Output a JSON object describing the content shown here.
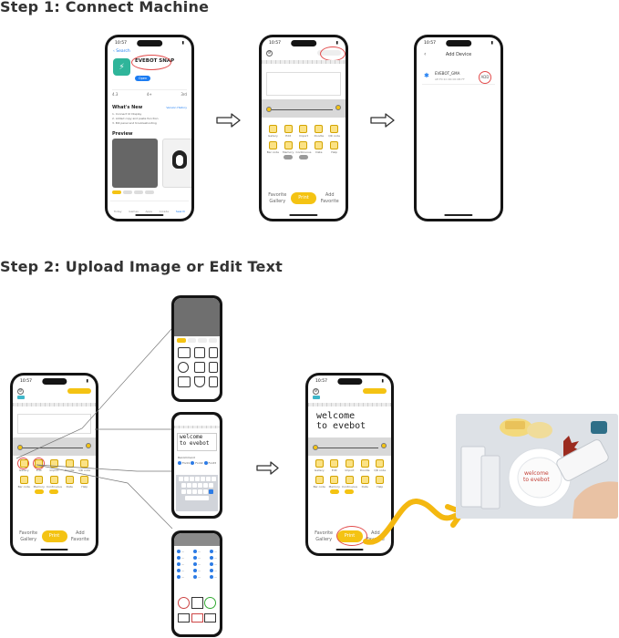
{
  "step1": {
    "heading": "Step 1: Connect Machine"
  },
  "step2": {
    "heading": "Step 2: Upload Image or Edit Text"
  },
  "status_time": "10:57",
  "appstore": {
    "back_label": "Search",
    "app_name": "EVEBOT SNAP",
    "open_label": "Open",
    "stats": [
      "4.3",
      "4+",
      "3rd"
    ],
    "whats_new": "What's New",
    "version_history": "Version History",
    "notes": [
      "1. Connect UI Display",
      "2. Added copy and paste function",
      "3. Bill panel and troubleshooting"
    ],
    "preview_label": "Preview",
    "tabs": [
      "Today",
      "Games",
      "Apps",
      "Arcade",
      "Search"
    ]
  },
  "evebot": {
    "tools_row1": [
      "Gallery",
      "Edit",
      "Import",
      "Doodle",
      "QR code"
    ],
    "tools_row2": [
      "Bar code",
      "Memory",
      "Continuous",
      "Date",
      "Help"
    ],
    "favorite_gallery": "Favorite Gallery",
    "print_label": "Print",
    "add_favorite": "Add Favorite"
  },
  "add_device": {
    "title": "Add Device",
    "device_name": "EVEBOT_GMA",
    "device_mac": "AE:F0:1C:00:00:0B:FF",
    "add_label": "ADD"
  },
  "text_editor": {
    "line1": "welcome",
    "line2": "to evebot",
    "recommend_label": "Recommend",
    "fonts": [
      "Font1",
      "Font2",
      "Font3"
    ]
  },
  "result_canvas": {
    "line1": "welcome",
    "line2": "to evebot"
  },
  "photo": {
    "cup_text_line1": "welcome",
    "cup_text_line2": "to evebot"
  }
}
